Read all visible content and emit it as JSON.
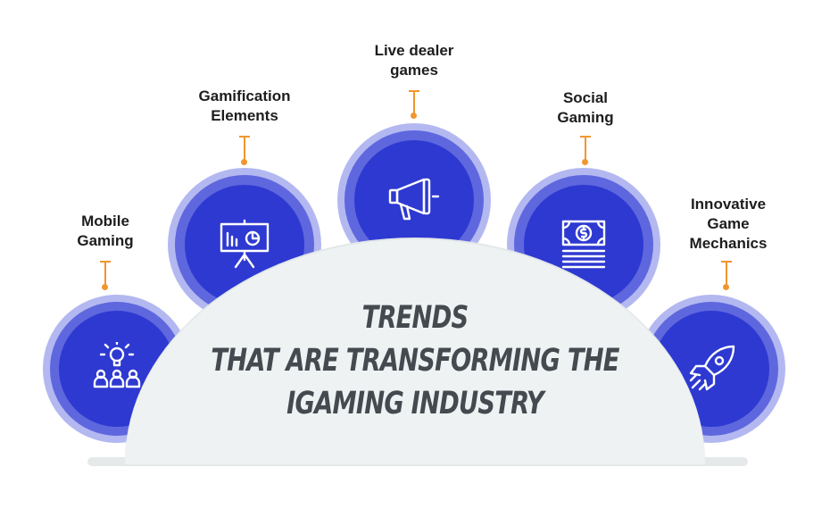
{
  "center": {
    "line1": "TRENDS",
    "line2": "THAT ARE TRANSFORMING THE",
    "line3": "IGAMING INDUSTRY"
  },
  "trends": [
    {
      "label": "Mobile\nGaming",
      "icon": "idea-team-icon"
    },
    {
      "label": "Gamification\nElements",
      "icon": "presentation-chart-icon"
    },
    {
      "label": "Live dealer\ngames",
      "icon": "megaphone-icon"
    },
    {
      "label": "Social\nGaming",
      "icon": "money-cash-icon"
    },
    {
      "label": "Innovative\nGame\nMechanics",
      "icon": "rocket-icon"
    }
  ],
  "colors": {
    "circle_inner": "#2e39d1",
    "circle_mid": "#5e67dd",
    "circle_outer": "#b3b8f1",
    "connector": "#f0962e",
    "dome": "#eef2f3",
    "dome_text": "#444a4f"
  }
}
